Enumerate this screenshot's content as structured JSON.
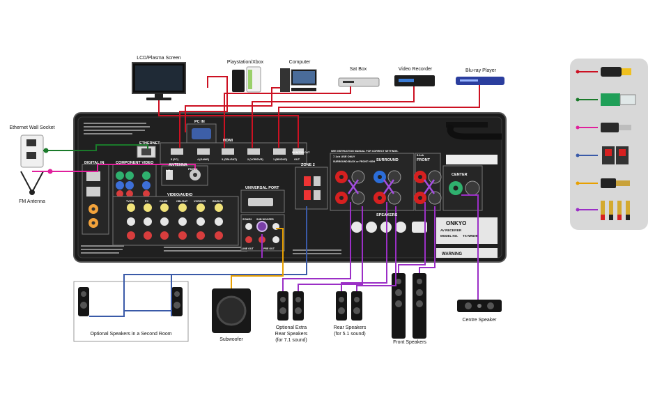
{
  "devices": {
    "tv": "LCD/Plasma Screen",
    "console": "Playstation/Xbox",
    "computer": "Computer",
    "satbox": "Sat Box",
    "recorder": "Video Recorder",
    "bluray": "Blu-ray Player",
    "ethernet": "Ethernet Wall Socket",
    "fm": "FM Antenna",
    "subwoofer": "Subwoofer",
    "centre": "Centre Speaker",
    "second_room": "Optional Speakers in a Second Room",
    "extra_rear_1": "Optional Extra",
    "extra_rear_2": "Rear Speakers",
    "extra_rear_3": "(for 7.1 sound)",
    "rear_1": "Rear Speakers",
    "rear_2": "(for 5.1 sound)",
    "front": "Front Speakers"
  },
  "receiver": {
    "brand": "ONKYO",
    "model": "TX-NR609",
    "model_label": "MODEL NO.",
    "type": "AV RECEIVER",
    "sections": {
      "pc_in": "PC IN",
      "hdmi": "HDMI",
      "ethernet": "ETHERNET",
      "antenna": "ANTENNA",
      "digital_in": "DIGITAL IN",
      "component": "COMPONENT VIDEO",
      "video_audio": "VIDEO/AUDIO",
      "universal": "UNIVERSAL PORT",
      "zone2": "ZONE 2",
      "surround": "SURROUND",
      "front": "FRONT",
      "center": "CENTER",
      "speakers": "SPEAKERS",
      "warning": "WARNING",
      "ch71": "7.1ch USE ONLY",
      "ch51": "5.1ch",
      "surround_back": "SURROUND BACK or FRONT HIGH",
      "see_manual": "SEE INSTRUCTION MANUAL FOR CORRECT SETTINGS."
    },
    "hdmi_ports": [
      "5 (PC)",
      "4 (GAME)",
      "3 (CBL/SAT)",
      "2 (VCR/DVR)",
      "1 (BD/DVD)",
      "OUT"
    ],
    "va_inputs": [
      "TV/CD",
      "PC",
      "GAME",
      "CBL/SAT",
      "VCR/DVR",
      "BD/DVD"
    ],
    "zone2_out": "ZONE2",
    "sub_out": "SUB WOOFER",
    "line_out": "LINE OUT",
    "pre_out": "PRE OUT",
    "am": "AM",
    "fm": "FM75Ω",
    "monitor_out": "MONITOR OUT"
  },
  "legend": {
    "items": [
      {
        "name": "hdmi-cable",
        "color": "#cc1122"
      },
      {
        "name": "ethernet-cable",
        "color": "#1a7a2a"
      },
      {
        "name": "antenna-cable",
        "color": "#e0209c"
      },
      {
        "name": "speaker-cable-zone2",
        "color": "#3a5aa8"
      },
      {
        "name": "subwoofer-cable",
        "color": "#e8a000"
      },
      {
        "name": "speaker-cable",
        "color": "#9b2fc6"
      }
    ]
  },
  "colors": {
    "hdmi": "#cc1122",
    "ethernet": "#1a7a2a",
    "antenna": "#e0209c",
    "zone2": "#3a5aa8",
    "sub": "#e8a000",
    "speaker": "#9b2fc6",
    "panel": "#1b1b1b"
  }
}
